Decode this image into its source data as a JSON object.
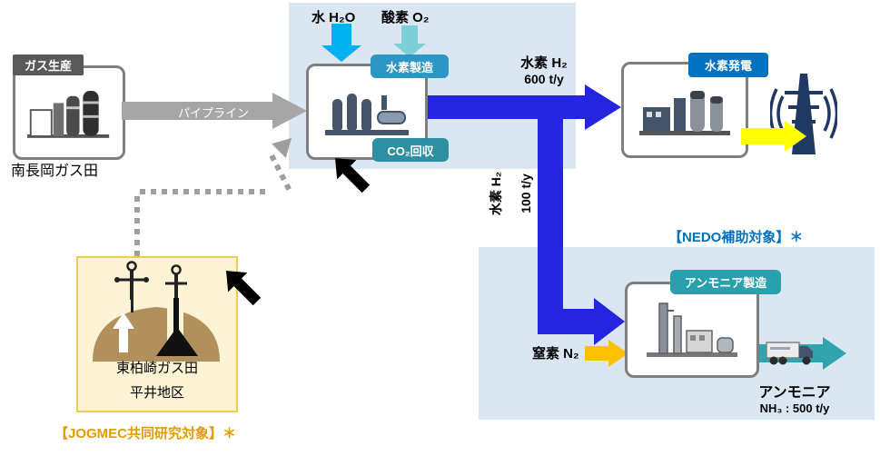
{
  "gas_field": {
    "badge": "ガス生産",
    "name": "南長岡ガス田"
  },
  "pipeline": {
    "label": "パイプライン"
  },
  "hydrogen_plant": {
    "water": "水 H₂O",
    "oxygen": "酸素 O₂",
    "badge": "水素製造",
    "co2_badge": "CO₂回収"
  },
  "to_power": {
    "label": "水素 H₂",
    "amount": "600 t/y"
  },
  "power": {
    "badge": "水素発電",
    "note": "【NEDO補助対象】＊"
  },
  "to_ammonia": {
    "label": "水素 H₂",
    "amount": "100 t/y"
  },
  "ammonia": {
    "badge": "アンモニア製造",
    "nitrogen": "窒素 N₂",
    "product": "アンモニア",
    "amount": "NH₃ : 500 t/y"
  },
  "storage": {
    "name1": "東柏崎ガス田",
    "name2": "平井地区",
    "note": "【JOGMEC共同研究対象】＊"
  },
  "colors": {
    "panel_blue": "#dae7f3",
    "arrow_blue": "#2525e0",
    "water_blue": "#00b0f0",
    "oxygen_teal": "#7ccfd6",
    "badge_h2": "#2c96c4",
    "badge_co2": "#2e8fa3",
    "badge_power": "#0070c0",
    "badge_ammonia": "#2ba0ad",
    "teal_arrow": "#2fa3ae",
    "nitrogen_orange": "#ffc000",
    "power_yellow": "#ffff00",
    "pipeline_gray": "#a6a6a6",
    "navy": "#1f3864",
    "storage_cream": "#fcf3d4",
    "storage_border": "#f0cb50",
    "dome_tan": "#b2905e",
    "nedo_blue": "#0070c0",
    "jogmec_orange": "#e39b00"
  }
}
